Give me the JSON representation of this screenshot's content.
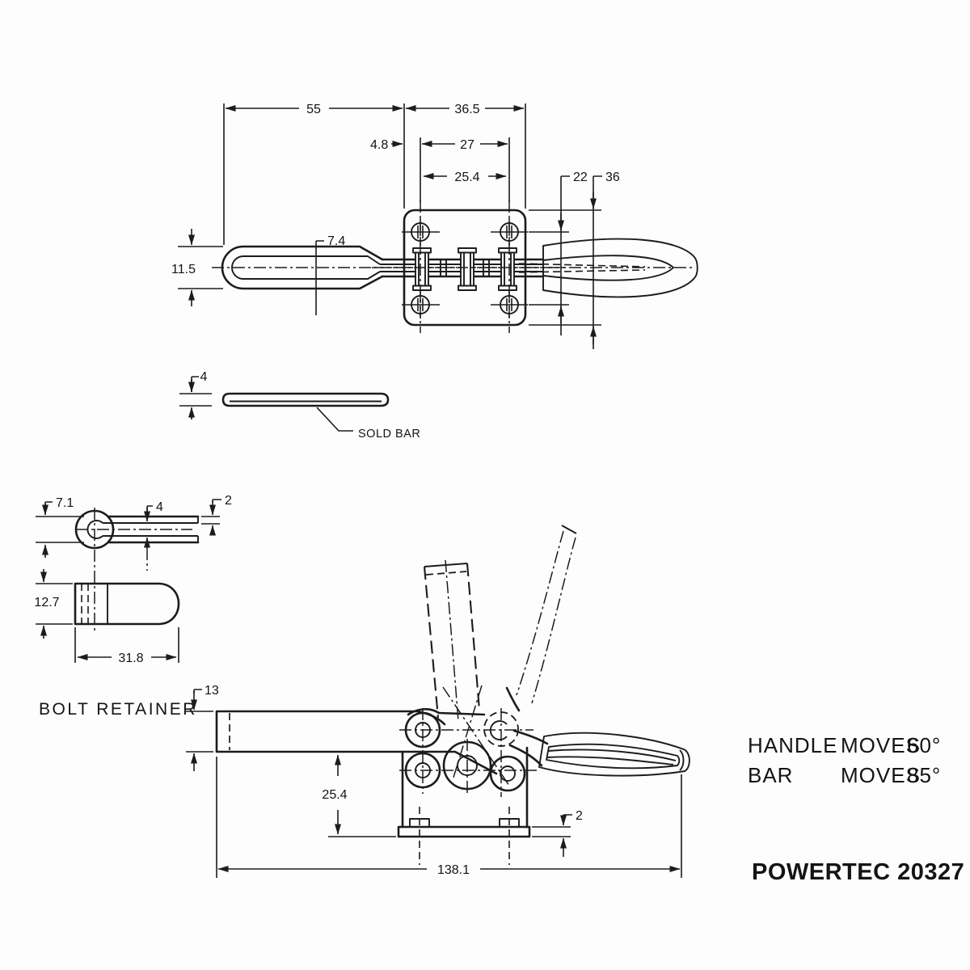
{
  "model": "POWERTEC 20327",
  "notes": {
    "handle_word": "HANDLE",
    "bar_word": "BAR",
    "moves_word": "MOVES",
    "handle_angle": "60°",
    "bar_angle": "85°"
  },
  "labels": {
    "solid_bar": "SOLD BAR",
    "bolt_retainer": "BOLT RETAINER"
  },
  "top_view": {
    "bar_length": "55",
    "plate_width": "36.5",
    "edge_offset": "4.8",
    "hole_pitch": "27",
    "boss_pitch": "25.4",
    "hole_rows": "22",
    "plate_height": "36",
    "bar_section": "7.4",
    "bar_width": "11.5"
  },
  "bar_view": {
    "thickness": "4"
  },
  "retainer_view": {
    "eye_height": "7.1",
    "slot_width": "4",
    "prong_thickness": "2",
    "body_height": "12.7",
    "body_length": "31.8"
  },
  "side_view": {
    "bar_thickness": "13",
    "base_height": "25.4",
    "flange_thickness": "2",
    "overall_length": "138.1"
  }
}
